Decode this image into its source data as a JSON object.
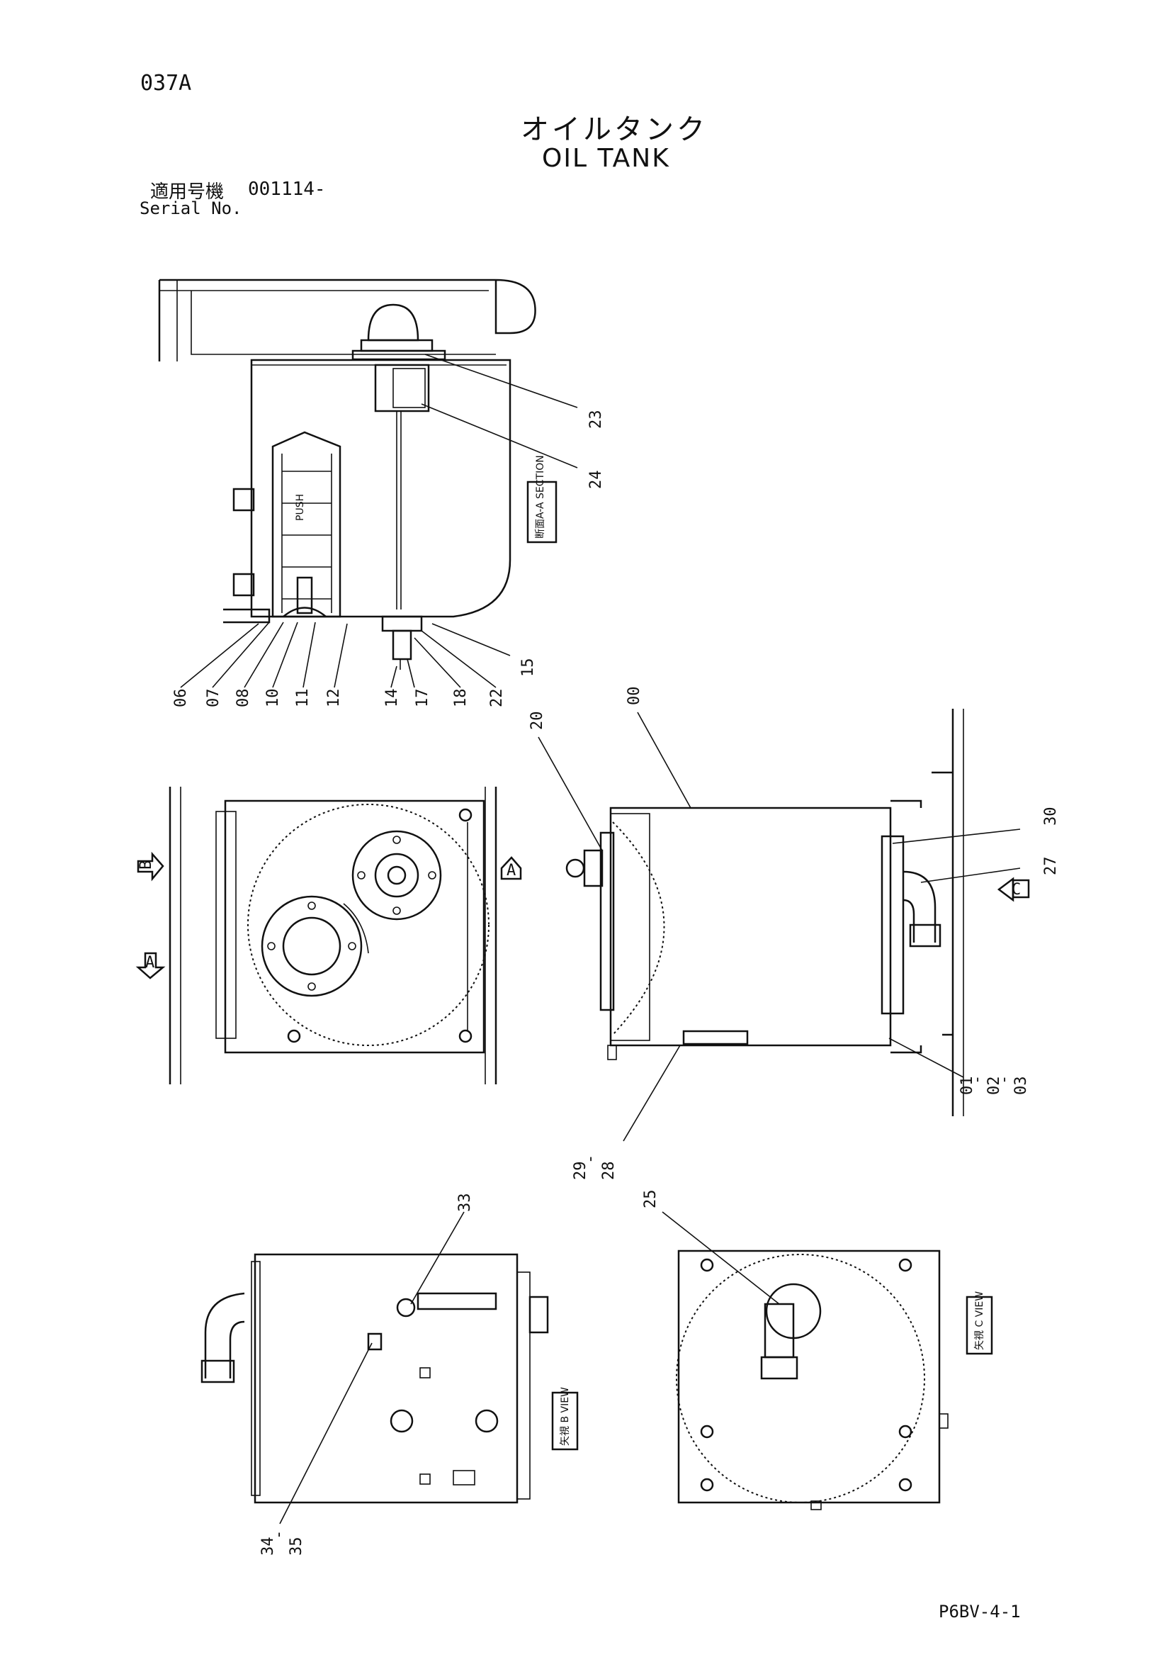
{
  "page_code": "037A",
  "title_jp": "オイルタンク",
  "title_en": "OIL TANK",
  "serial_label_jp": "適用号機",
  "serial_number": "001114-",
  "serial_label_en": "Serial No.",
  "footer_code": "P6BV-4-1",
  "section_tag": "断面A-A SECTION",
  "view_b_tag": "矢視 B VIEW",
  "view_c_tag": "矢視 C VIEW",
  "arrow_labels": [
    "B",
    "A",
    "A",
    "C"
  ],
  "callouts_section": [
    "23",
    "24",
    "15",
    "06",
    "07",
    "08",
    "10",
    "11",
    "12",
    "14",
    "17",
    "18",
    "22"
  ],
  "callouts_side": [
    "20",
    "00",
    "30",
    "27",
    "01",
    "-",
    "02",
    "-",
    "03",
    "29",
    "-",
    "28"
  ],
  "callouts_view_b": [
    "33",
    "34",
    "-",
    "35"
  ],
  "callouts_view_c": [
    "25"
  ]
}
